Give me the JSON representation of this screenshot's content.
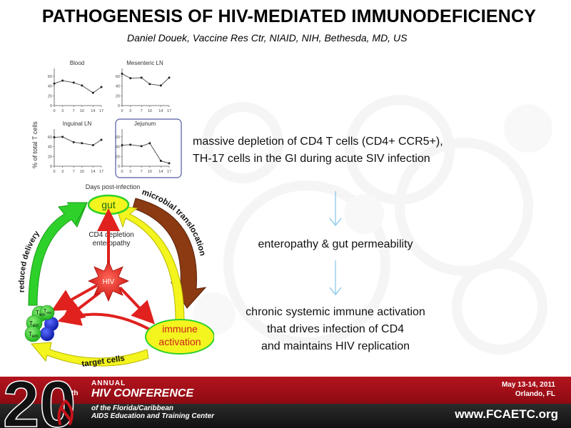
{
  "title": "PATHOGENESIS OF HIV-MEDIATED IMMUNODEFICIENCY",
  "subtitle": "Daniel Douek, Vaccine Res Ctr, NIAID, NIH, Bethesda, MD, US",
  "figure": {
    "y_axis_label": "% of total T cells",
    "x_axis_label": "Days post-infection",
    "y_ticks": [
      "0",
      "20",
      "40",
      "60"
    ],
    "x_ticks": [
      "0",
      "3",
      "7",
      "10",
      "14",
      "17"
    ],
    "diagram": {
      "gut": "gut",
      "center_line1": "CD4 depletion",
      "center_line2": "enteropathy",
      "hiv": "HIV",
      "immune_line1": "immune",
      "immune_line2": "activation",
      "microbial": "microbial translocation",
      "reduced": "reduced delivery",
      "target": "target cells",
      "tem": "T",
      "tem_sub": "em"
    }
  },
  "chart_data": [
    {
      "type": "line",
      "title": "Blood",
      "x": [
        0,
        3,
        7,
        10,
        14,
        17
      ],
      "values": [
        45,
        51,
        47,
        41,
        26,
        38
      ],
      "ylim": [
        0,
        70
      ],
      "xlabel": "Days post-infection",
      "ylabel": "% of total T cells"
    },
    {
      "type": "line",
      "title": "Mesenteric LN",
      "x": [
        0,
        3,
        7,
        10,
        14,
        17
      ],
      "values": [
        65,
        56,
        57,
        44,
        41,
        57
      ],
      "ylim": [
        0,
        70
      ],
      "xlabel": "Days post-infection",
      "ylabel": "% of total T cells"
    },
    {
      "type": "line",
      "title": "Inguinal LN",
      "x": [
        0,
        3,
        7,
        10,
        14,
        17
      ],
      "values": [
        59,
        60,
        49,
        47,
        43,
        54
      ],
      "ylim": [
        0,
        70
      ],
      "xlabel": "Days post-infection",
      "ylabel": "% of total T cells"
    },
    {
      "type": "line",
      "title": "Jejunum",
      "x": [
        0,
        3,
        7,
        10,
        14,
        17
      ],
      "values": [
        43,
        44,
        41,
        47,
        11,
        6
      ],
      "ylim": [
        0,
        70
      ],
      "xlabel": "Days post-infection",
      "ylabel": "% of total T cells"
    }
  ],
  "body": {
    "line1a": "massive depletion of CD4 T cells (CD4+ CCR5+),",
    "line1b": "TH-17 cells in the GI during acute SIV infection",
    "line2": "enteropathy & gut permeability",
    "line3a": "chronic systemic immune activation",
    "line3b": "that drives infection of CD4",
    "line3c": "and maintains HIV replication"
  },
  "footer": {
    "number": "20",
    "th": "th",
    "annual": "ANNUAL",
    "conference": "HIV CONFERENCE",
    "of_line": "of the Florida/Caribbean",
    "aids_line": "AIDS Education and Training Center",
    "date": "May 13-14, 2011",
    "place": "Orlando, FL",
    "url": "www.FCAETC.org"
  },
  "colors": {
    "footer_red": "#a3101a",
    "footer_dark": "#1c1c1c",
    "green": "#2ed12a",
    "gut_yellow": "#f4f41e",
    "hiv_red": "#e0211e",
    "brown": "#8b3a12",
    "blue": "#1422c8"
  }
}
